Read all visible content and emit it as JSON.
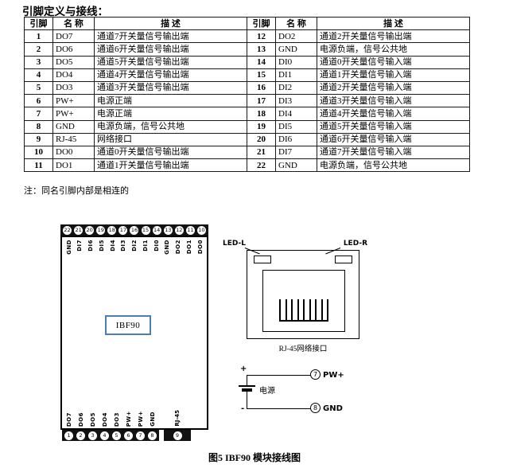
{
  "page": {
    "title": "引脚定义与接线：",
    "note": "注：同名引脚内部是相连的",
    "figure_caption": "图5  IBF90 模块接线图"
  },
  "pin_table": {
    "headers": [
      "引脚",
      "名 称",
      "描  述",
      "引脚",
      "名 称",
      "描  述"
    ],
    "rows": [
      {
        "l_pin": "1",
        "l_name": "DO7",
        "l_desc": "通道7开关量信号输出端",
        "r_pin": "12",
        "r_name": "DO2",
        "r_desc": "通道2开关量信号输出端"
      },
      {
        "l_pin": "2",
        "l_name": "DO6",
        "l_desc": "通道6开关量信号输出端",
        "r_pin": "13",
        "r_name": "GND",
        "r_desc": "电源负端，信号公共地"
      },
      {
        "l_pin": "3",
        "l_name": "DO5",
        "l_desc": "通道5开关量信号输出端",
        "r_pin": "14",
        "r_name": "DI0",
        "r_desc": "通道0开关量信号输入端"
      },
      {
        "l_pin": "4",
        "l_name": "DO4",
        "l_desc": "通道4开关量信号输出端",
        "r_pin": "15",
        "r_name": "DI1",
        "r_desc": "通道1开关量信号输入端"
      },
      {
        "l_pin": "5",
        "l_name": "DO3",
        "l_desc": "通道3开关量信号输出端",
        "r_pin": "16",
        "r_name": "DI2",
        "r_desc": "通道2开关量信号输入端"
      },
      {
        "l_pin": "6",
        "l_name": "PW+",
        "l_desc": "电源正端",
        "r_pin": "17",
        "r_name": "DI3",
        "r_desc": "通道3开关量信号输入端"
      },
      {
        "l_pin": "7",
        "l_name": "PW+",
        "l_desc": "电源正端",
        "r_pin": "18",
        "r_name": "DI4",
        "r_desc": "通道4开关量信号输入端"
      },
      {
        "l_pin": "8",
        "l_name": "GND",
        "l_desc": "电源负端，信号公共地",
        "r_pin": "19",
        "r_name": "DI5",
        "r_desc": "通道5开关量信号输入端"
      },
      {
        "l_pin": "9",
        "l_name": "RJ-45",
        "l_desc": "网络接口",
        "r_pin": "20",
        "r_name": "DI6",
        "r_desc": "通道6开关量信号输入端"
      },
      {
        "l_pin": "10",
        "l_name": "DO0",
        "l_desc": "通道0开关量信号输出端",
        "r_pin": "21",
        "r_name": "DI7",
        "r_desc": "通道7开关量信号输入端"
      },
      {
        "l_pin": "11",
        "l_name": "DO1",
        "l_desc": "通道1开关量信号输出端",
        "r_pin": "22",
        "r_name": "GND",
        "r_desc": "电源负端，信号公共地"
      }
    ]
  },
  "module": {
    "label": "IBF90",
    "top_pins": [
      "22",
      "21",
      "20",
      "19",
      "18",
      "17",
      "16",
      "15",
      "14",
      "13",
      "12",
      "11",
      "10"
    ],
    "top_labels": [
      "GND",
      "DI7",
      "DI6",
      "DI5",
      "DI4",
      "DI3",
      "DI2",
      "DI1",
      "DI0",
      "GND",
      "DO2",
      "DO1",
      "DO0"
    ],
    "bottom_pins": [
      "1",
      "2",
      "3",
      "4",
      "5",
      "6",
      "7",
      "8"
    ],
    "bottom_labels": [
      "DO7",
      "DO6",
      "DO5",
      "DO4",
      "DO3",
      "PW+",
      "PW+",
      "GND"
    ],
    "rj45_pin": "9",
    "rj45_label": "RJ-45"
  },
  "rj45": {
    "led_left": "LED-L",
    "led_right": "LED-R",
    "caption": "RJ-45网络接口"
  },
  "power": {
    "label": "电源",
    "plus": "+",
    "minus": "-",
    "pin7_num": "7",
    "pin7_label": "PW+",
    "pin8_num": "8",
    "pin8_label": "GND"
  },
  "colors": {
    "accent_blue": "#4a7ebb",
    "strip_black": "#121212"
  }
}
